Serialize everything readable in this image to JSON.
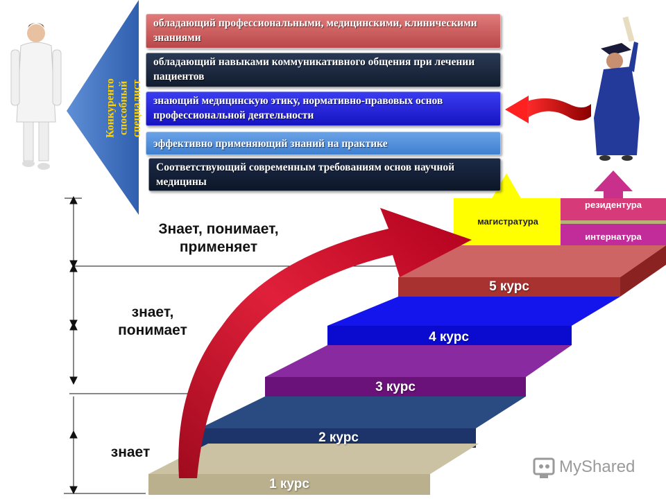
{
  "chevron": {
    "label": "Конкуренто способный специалист"
  },
  "qualities": [
    {
      "text": "обладающий профессиональными, медицинскими, клиническими знаниями"
    },
    {
      "text": "обладающий навыками коммуникативного общения при лечении пациентов"
    },
    {
      "text": "знающий медицинскую этику, нормативно-правовых основ профессиональной деятельности"
    },
    {
      "text": "эффективно применяющий знаний на практике"
    },
    {
      "text": "Соответствующий современным требованиям основ научной медицины"
    }
  ],
  "levels": [
    {
      "text": "Знает, понимает, применяет"
    },
    {
      "text": "знает, понимает"
    },
    {
      "text": "знает"
    }
  ],
  "courses": [
    "5 курс",
    "4 курс",
    "3 курс",
    "2 курс",
    "1 курс"
  ],
  "postgrad": {
    "master": "магистратура",
    "residency": "резидентура",
    "internship": "интернатура"
  },
  "watermark": {
    "brand": "MyShared",
    "icon": "myshared-logo-icon"
  },
  "colors": {
    "course1": "#cbc2a4",
    "course2": "#213a6e",
    "course3": "#7a1a8a",
    "course4": "#1010e0",
    "course5": "#c64a4a",
    "master": "#ffff00",
    "residency": "#d0337a",
    "internship": "#c8308c",
    "arrow": "#c8102e",
    "chevron": "#3a6fc2",
    "chevron_text": "#ffd200"
  }
}
